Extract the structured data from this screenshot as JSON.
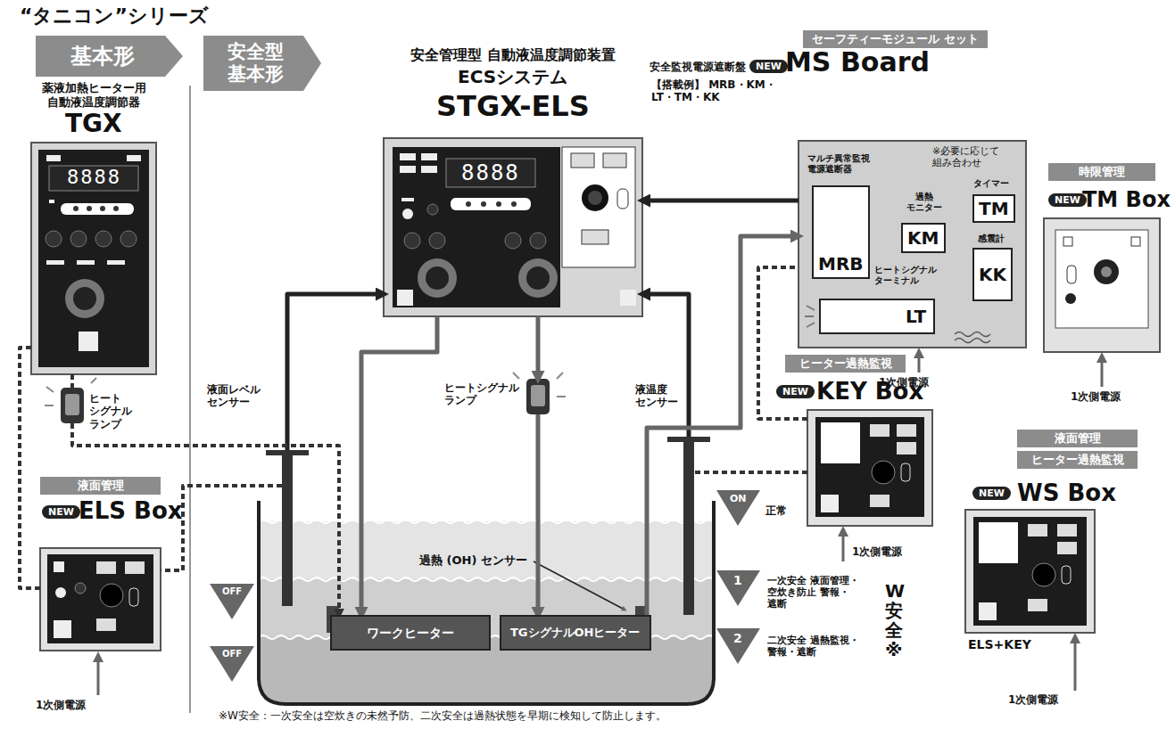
{
  "diagram": {
    "title": "“タニコン”シリーズ",
    "nodes": [
      {
        "text": [
          "基本形"
        ]
      },
      {
        "text": [
          "安全型 基本形"
        ]
      },
      {
        "text": [
          "薬液加熱ヒーター用 自動液温度調節器",
          "TGX"
        ]
      },
      {
        "text": [
          "安全管理型 自動液温度調節装置",
          "ECSシステム",
          "STGX-ELS"
        ]
      },
      {
        "text": [
          "セーフティーモジュール セット",
          "安全監視電源遮断盤",
          "NEW",
          "MS Board",
          "【搭載例】 MRB・KM・LT・TM・KK",
          "※必要に応じて 組み合わせ"
        ]
      },
      {
        "text": [
          "マルチ異常監視 電源遮断器",
          "MRB"
        ],
        "in": 4
      },
      {
        "text": [
          "過熱 モニター",
          "KM"
        ],
        "in": 4
      },
      {
        "text": [
          "タイマー",
          "TM"
        ],
        "in": 4
      },
      {
        "text": [
          "感震計",
          "KK"
        ],
        "in": 4
      },
      {
        "text": [
          "ヒートシグナル ターミナル",
          "LT"
        ],
        "in": 4
      },
      {
        "text": [
          "時限管理",
          "NEW",
          "TM Box"
        ]
      },
      {
        "text": [
          "ヒーター過熱監視",
          "NEW",
          "KEY Box"
        ]
      },
      {
        "text": [
          "液面管理",
          "ヒーター過熱監視",
          "NEW",
          "WS Box",
          "ELS+KEY"
        ]
      },
      {
        "text": [
          "液面管理",
          "NEW",
          "ELS Box"
        ]
      },
      {
        "text": [
          "ワークヒーター"
        ]
      },
      {
        "text": [
          "TGシグナルOHヒーター"
        ]
      },
      {
        "text": [
          "液面レベル センサー"
        ]
      },
      {
        "text": [
          "液温度 センサー"
        ]
      },
      {
        "text": [
          "ヒート シグナル ランプ"
        ]
      },
      {
        "text": [
          "ヒートシグナル ランプ"
        ]
      }
    ],
    "edges": [
      {
        "from": 3,
        "to": 14,
        "arrow": "to"
      },
      {
        "from": 3,
        "to": 19,
        "arrow": "to"
      },
      {
        "from": 19,
        "to": 15,
        "arrow": "to"
      },
      {
        "from": 16,
        "to": 3,
        "arrow": "to"
      },
      {
        "from": 17,
        "to": 3,
        "arrow": "to"
      },
      {
        "from": 4,
        "to": 3,
        "arrow": "to"
      },
      {
        "from": 15,
        "to": 4,
        "arrow": "to"
      },
      {
        "from": 13,
        "to": 2,
        "arrow": "none"
      },
      {
        "from": 16,
        "to": 13,
        "arrow": "none"
      },
      {
        "from": 2,
        "to": 18,
        "arrow": "none"
      },
      {
        "from": 18,
        "to": 14,
        "arrow": "to"
      },
      {
        "from": 11,
        "to": 17,
        "arrow": "none"
      },
      {
        "from": 11,
        "to": 4,
        "arrow": "none"
      }
    ],
    "labels": [
      "8888",
      "8888",
      "過熱 (OH) センサー",
      "ON",
      "正常",
      "OFF",
      "OFF",
      "1",
      "2",
      "一次安全 液面管理・空炊き防止 警報・遮断",
      "二次安全 過熱監視・警報・遮断",
      "W安全※",
      "1次側電源",
      "1次側電源",
      "1次側電源",
      "1次側電源",
      "1次側電源",
      "※W安全：一次安全は空炊きの未然予防、二次安全は過熱状態を早期に検知して防止します。"
    ]
  }
}
